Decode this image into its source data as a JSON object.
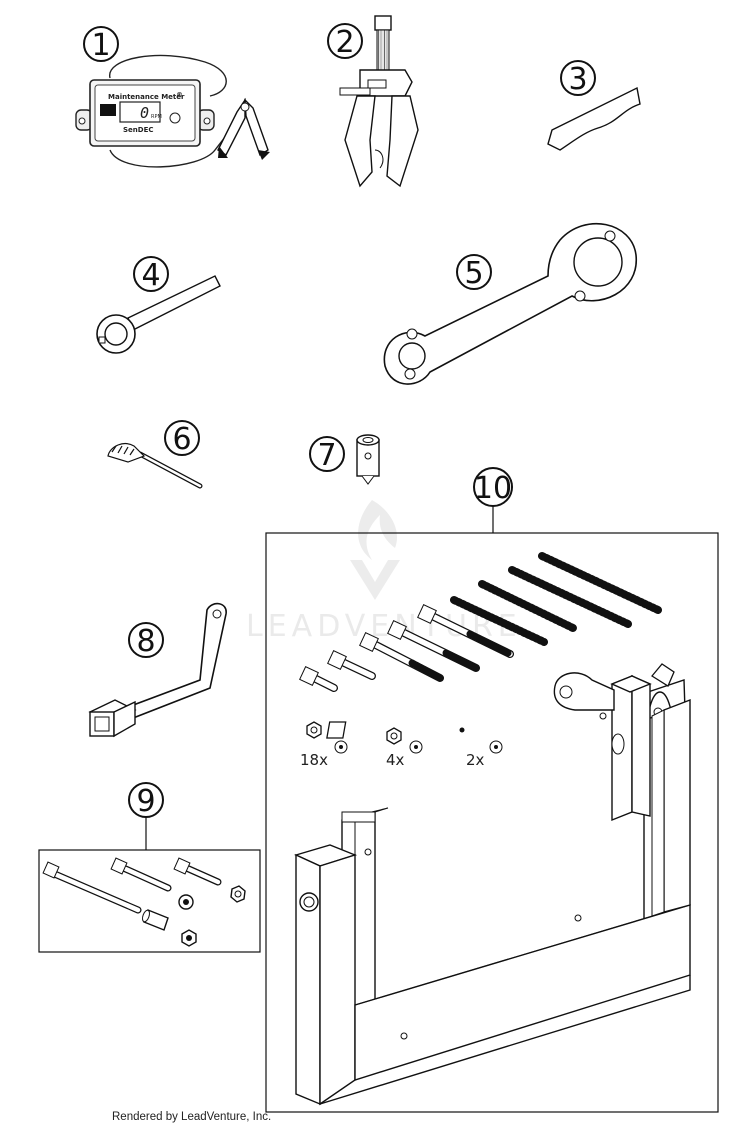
{
  "callouts": [
    "1",
    "2",
    "3",
    "4",
    "5",
    "6",
    "7",
    "8",
    "9",
    "10"
  ],
  "quantities": [
    "18x",
    "4x",
    "2x"
  ],
  "meter": {
    "title": "Maintenance Meter",
    "reading": "0",
    "unit": "RPM",
    "brand": "SenDEC"
  },
  "watermark": "LEADVENTURE",
  "footer": "Rendered by LeadVenture, Inc."
}
